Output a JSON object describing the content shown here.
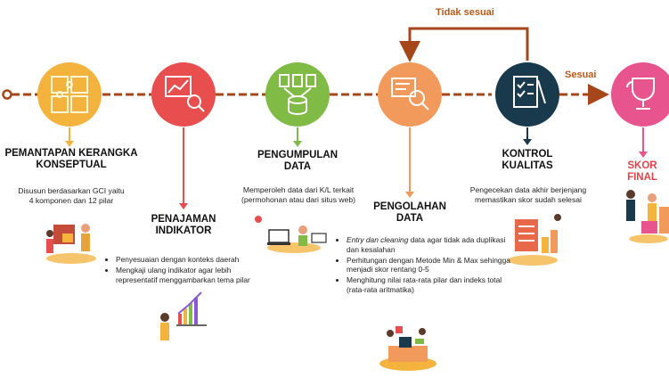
{
  "labels": {
    "top": "Tidak sesuai",
    "right": "Sesuai"
  },
  "steps": [
    {
      "title_1": "PEMANTAPAN KERANGKA",
      "title_2": "KONSEPTUAL",
      "desc_1": "Disusun berdasarkan GCI yaitu",
      "desc_2": "4 komponen dan 12 pilar"
    },
    {
      "title_1": "PENAJAMAN",
      "title_2": "INDIKATOR",
      "bullets": [
        "Penyesuaian dengan konteks daerah",
        "Mengkaji ulang indikator agar lebih representatif menggambarkan tema pilar"
      ]
    },
    {
      "title_1": "PENGUMPULAN",
      "title_2": "DATA",
      "desc_1": "Memperoleh data dari K/L terkait",
      "desc_2": "(permohonan atau dari situs web)"
    },
    {
      "title_1": "PENGOLAHAN",
      "title_2": "DATA",
      "b1_em": "Entry dan cleaning",
      "b1_rest": " data agar tidak ada duplikasi dan kesalahan",
      "b2": "Perhitungan dengan Metode Min & Max sehingga menjadi skor rentang 0-5",
      "b3": "Menghitung nilai rata-rata pilar dan indeks total (rata-rata aritmatika)"
    },
    {
      "title_1": "KONTROL",
      "title_2": "KUALITAS",
      "desc_1": "Pengecekan data akhir berjenjang",
      "desc_2": "memastikan skor sudah selesai"
    },
    {
      "title_1": "SKOR",
      "title_2": "FINAL"
    }
  ],
  "colors": {
    "line": "#a5471a",
    "c1": "#f3b33d",
    "c2": "#e84e4e",
    "c3": "#7fbb45",
    "c4": "#f29a5c",
    "c5": "#183a4c",
    "c6": "#e8558e"
  }
}
